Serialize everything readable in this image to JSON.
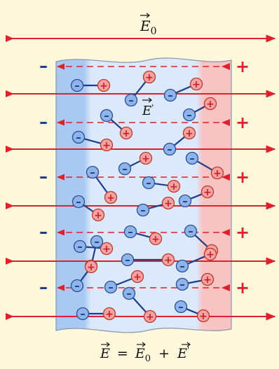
{
  "diagram": {
    "field_external_label": {
      "base": "E",
      "sub": "0"
    },
    "field_induced_label": {
      "base": "E",
      "prime": "'"
    },
    "equation": {
      "lhs": "E",
      "eq": "=",
      "t1": "E",
      "t1_sub": "0",
      "plus": "+",
      "t2": "E",
      "t2_prime": "'"
    },
    "left_surface_sign": "–",
    "right_surface_sign": "+",
    "negative_charge_symbol": "–",
    "positive_charge_symbol": "+",
    "colors": {
      "background": "#fdf8dc",
      "external_field": "#e0202a",
      "induced_field": "#e0202a",
      "negative_fill": "#8fb4ea",
      "positive_fill": "#f4a3a3",
      "dipole_bond": "#1f3e8a",
      "negative_sign": "#1f3e8a",
      "positive_sign": "#e0202a",
      "slab_fill": "#dbe9fb",
      "slab_left_edge": "#a9c8f2",
      "slab_right_edge": "#f7c3c3"
    }
  }
}
